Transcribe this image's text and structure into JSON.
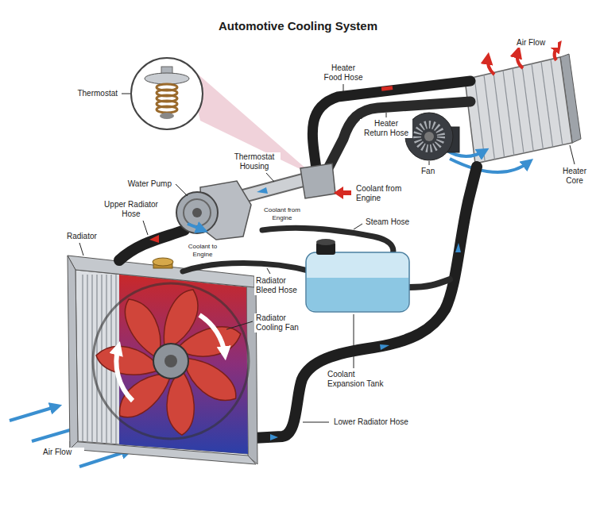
{
  "diagram": {
    "title": "Automotive Cooling System",
    "labels": [
      "Thermostat",
      "Heater Food Hose",
      "Air Flow",
      "Heater Return Hose",
      "Fan",
      "Heater Core",
      "Thermostat Housing",
      "Water Pump",
      "Coolant from Engine",
      "Upper Radiator Hose",
      "Coolant from Engine",
      "Steam Hose",
      "Radiator",
      "Coolant to Engine",
      "Radiator Bleed Hose",
      "Radiator Cooling Fan",
      "Coolant Expansion Tank",
      "Lower Radiator Hose",
      "Air Flow"
    ]
  }
}
